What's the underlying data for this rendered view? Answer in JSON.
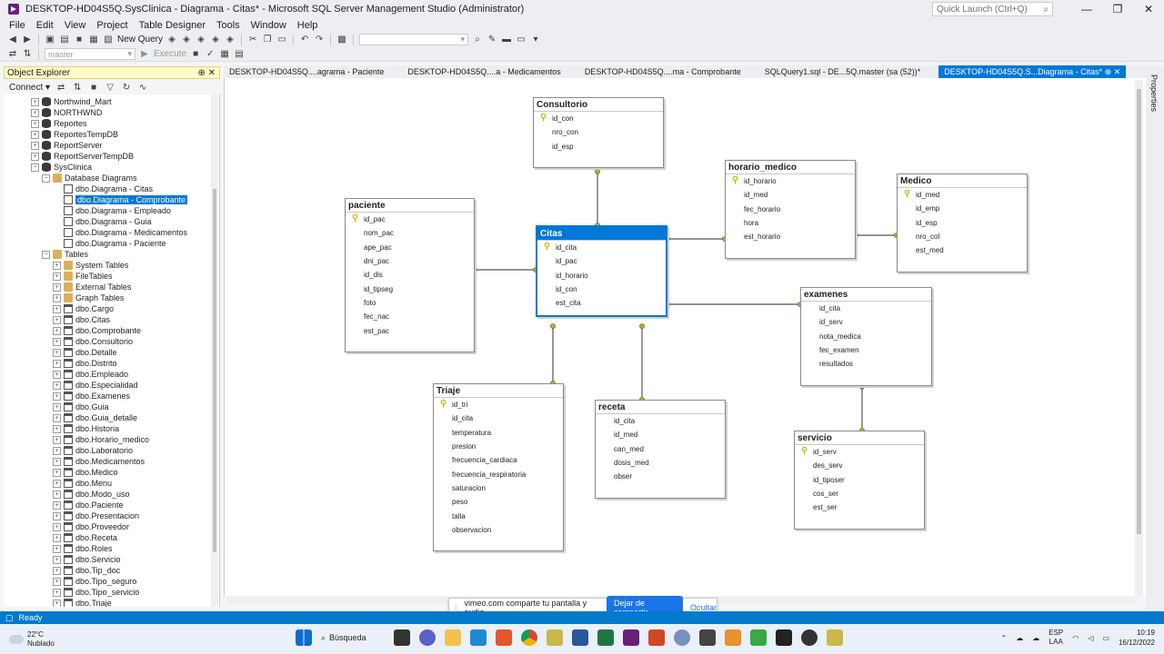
{
  "window": {
    "title": "DESKTOP-HD04S5Q.SysClinica - Diagrama - Citas* - Microsoft SQL Server Management Studio (Administrator)",
    "quick_launch_placeholder": "Quick Launch (Ctrl+Q)",
    "minimize": "—",
    "maximize": "❐",
    "close": "✕"
  },
  "menu": [
    "File",
    "Edit",
    "View",
    "Project",
    "Table Designer",
    "Tools",
    "Window",
    "Help"
  ],
  "toolbar": {
    "new_query": "New Query",
    "execute": "Execute",
    "database_combo": "master"
  },
  "object_explorer": {
    "title": "Object Explorer",
    "connect": "Connect",
    "pin": "⊕ ✕",
    "tree": [
      {
        "label": "Northwind_Mart",
        "indent": 0,
        "icon": "db",
        "exp": "+"
      },
      {
        "label": "NORTHWND",
        "indent": 0,
        "icon": "db",
        "exp": "+"
      },
      {
        "label": "Reportes",
        "indent": 0,
        "icon": "db",
        "exp": "+"
      },
      {
        "label": "ReportesTempDB",
        "indent": 0,
        "icon": "db",
        "exp": "+"
      },
      {
        "label": "ReportServer",
        "indent": 0,
        "icon": "db",
        "exp": "+"
      },
      {
        "label": "ReportServerTempDB",
        "indent": 0,
        "icon": "db",
        "exp": "+"
      },
      {
        "label": "SysClinica",
        "indent": 0,
        "icon": "db",
        "exp": "−"
      },
      {
        "label": "Database Diagrams",
        "indent": 1,
        "icon": "folder",
        "exp": "−"
      },
      {
        "label": "dbo.Diagrama - Citas",
        "indent": 2,
        "icon": "diagram",
        "exp": ""
      },
      {
        "label": "dbo.Diagrama - Comprobante",
        "indent": 2,
        "icon": "diagram",
        "exp": "",
        "selected": true
      },
      {
        "label": "dbo.Diagrama - Empleado",
        "indent": 2,
        "icon": "diagram",
        "exp": ""
      },
      {
        "label": "dbo.Diagrama - Guia",
        "indent": 2,
        "icon": "diagram",
        "exp": ""
      },
      {
        "label": "dbo.Diagrama - Medicamentos",
        "indent": 2,
        "icon": "diagram",
        "exp": ""
      },
      {
        "label": "dbo.Diagrama - Paciente",
        "indent": 2,
        "icon": "diagram",
        "exp": ""
      },
      {
        "label": "Tables",
        "indent": 1,
        "icon": "folder",
        "exp": "−"
      },
      {
        "label": "System Tables",
        "indent": 2,
        "icon": "folder",
        "exp": "+"
      },
      {
        "label": "FileTables",
        "indent": 2,
        "icon": "folder",
        "exp": "+"
      },
      {
        "label": "External Tables",
        "indent": 2,
        "icon": "folder",
        "exp": "+"
      },
      {
        "label": "Graph Tables",
        "indent": 2,
        "icon": "folder",
        "exp": "+"
      },
      {
        "label": "dbo.Cargo",
        "indent": 2,
        "icon": "table",
        "exp": "+"
      },
      {
        "label": "dbo.Citas",
        "indent": 2,
        "icon": "table",
        "exp": "+"
      },
      {
        "label": "dbo.Comprobante",
        "indent": 2,
        "icon": "table",
        "exp": "+"
      },
      {
        "label": "dbo.Consultorio",
        "indent": 2,
        "icon": "table",
        "exp": "+"
      },
      {
        "label": "dbo.Detalle",
        "indent": 2,
        "icon": "table",
        "exp": "+"
      },
      {
        "label": "dbo.Distrito",
        "indent": 2,
        "icon": "table",
        "exp": "+"
      },
      {
        "label": "dbo.Empleado",
        "indent": 2,
        "icon": "table",
        "exp": "+"
      },
      {
        "label": "dbo.Especialidad",
        "indent": 2,
        "icon": "table",
        "exp": "+"
      },
      {
        "label": "dbo.Examenes",
        "indent": 2,
        "icon": "table",
        "exp": "+"
      },
      {
        "label": "dbo.Guia",
        "indent": 2,
        "icon": "table",
        "exp": "+"
      },
      {
        "label": "dbo.Guia_detalle",
        "indent": 2,
        "icon": "table",
        "exp": "+"
      },
      {
        "label": "dbo.Historia",
        "indent": 2,
        "icon": "table",
        "exp": "+"
      },
      {
        "label": "dbo.Horario_medico",
        "indent": 2,
        "icon": "table",
        "exp": "+"
      },
      {
        "label": "dbo.Laboratorio",
        "indent": 2,
        "icon": "table",
        "exp": "+"
      },
      {
        "label": "dbo.Medicamentos",
        "indent": 2,
        "icon": "table",
        "exp": "+"
      },
      {
        "label": "dbo.Medico",
        "indent": 2,
        "icon": "table",
        "exp": "+"
      },
      {
        "label": "dbo.Menu",
        "indent": 2,
        "icon": "table",
        "exp": "+"
      },
      {
        "label": "dbo.Modo_uso",
        "indent": 2,
        "icon": "table",
        "exp": "+"
      },
      {
        "label": "dbo.Paciente",
        "indent": 2,
        "icon": "table",
        "exp": "+"
      },
      {
        "label": "dbo.Presentacion",
        "indent": 2,
        "icon": "table",
        "exp": "+"
      },
      {
        "label": "dbo.Proveedor",
        "indent": 2,
        "icon": "table",
        "exp": "+"
      },
      {
        "label": "dbo.Receta",
        "indent": 2,
        "icon": "table",
        "exp": "+"
      },
      {
        "label": "dbo.Roles",
        "indent": 2,
        "icon": "table",
        "exp": "+"
      },
      {
        "label": "dbo.Servicio",
        "indent": 2,
        "icon": "table",
        "exp": "+"
      },
      {
        "label": "dbo.Tip_doc",
        "indent": 2,
        "icon": "table",
        "exp": "+"
      },
      {
        "label": "dbo.Tipo_seguro",
        "indent": 2,
        "icon": "table",
        "exp": "+"
      },
      {
        "label": "dbo.Tipo_servicio",
        "indent": 2,
        "icon": "table",
        "exp": "+"
      },
      {
        "label": "dbo.Triaje",
        "indent": 2,
        "icon": "table",
        "exp": "+"
      }
    ]
  },
  "doc_tabs": [
    {
      "label": "DESKTOP-HD04S5Q....agrama - Paciente",
      "active": false
    },
    {
      "label": "DESKTOP-HD04S5Q....a - Medicamentos",
      "active": false
    },
    {
      "label": "DESKTOP-HD04S5Q....ma - Comprobante",
      "active": false
    },
    {
      "label": "SQLQuery1.sql - DE...5Q.master (sa (52))*",
      "active": false
    },
    {
      "label": "DESKTOP-HD04S5Q.S...Diagrama - Citas*  ⊕ ✕",
      "active": true
    }
  ],
  "side_panel": "Properties",
  "tables": [
    {
      "name": "Consultorio",
      "columns": [
        "id_con",
        "nro_con",
        "id_esp"
      ],
      "pk": 0
    },
    {
      "name": "horario_medico",
      "columns": [
        "id_horario",
        "id_med",
        "fec_horario",
        "hora",
        "est_horario"
      ],
      "pk": 0
    },
    {
      "name": "Medico",
      "columns": [
        "id_med",
        "id_emp",
        "id_esp",
        "nro_col",
        "est_med"
      ],
      "pk": 0
    },
    {
      "name": "paciente",
      "columns": [
        "id_pac",
        "nom_pac",
        "ape_pac",
        "dni_pac",
        "id_dis",
        "id_tipseg",
        "foto",
        "fec_nac",
        "est_pac"
      ],
      "pk": 0
    },
    {
      "name": "Citas",
      "columns": [
        "id_cita",
        "id_pac",
        "id_horario",
        "id_con",
        "est_cita"
      ],
      "pk": 0,
      "selected": true
    },
    {
      "name": "examenes",
      "columns": [
        "id_cita",
        "id_serv",
        "nota_medica",
        "fec_examen",
        "resultados"
      ],
      "pk": -1
    },
    {
      "name": "Triaje",
      "columns": [
        "id_tri",
        "id_cita",
        "temperatura",
        "presion",
        "frecuencia_cardiaca",
        "frecuencia_respiratoria",
        "saturacion",
        "peso",
        "talla",
        "observacion"
      ],
      "pk": 0
    },
    {
      "name": "receta",
      "columns": [
        "id_cita",
        "id_med",
        "can_med",
        "dosis_med",
        "obser"
      ],
      "pk": -1
    },
    {
      "name": "servicio",
      "columns": [
        "id_serv",
        "des_serv",
        "id_tiposer",
        "cos_ser",
        "est_ser"
      ],
      "pk": 0
    }
  ],
  "share_bar": {
    "text": "vimeo.com comparte tu pantalla y audio.",
    "stop": "Dejar de compartir",
    "hide": "Ocultar"
  },
  "status": "Ready",
  "taskbar": {
    "temp": "22°C",
    "weather": "Nublado",
    "search": "Búsqueda",
    "lang1": "ESP",
    "lang2": "LAA",
    "time": "10:19",
    "date": "16/12/2022"
  },
  "colors": {
    "accent": "#0078d7",
    "status": "#007acc",
    "key": "#c8b400"
  }
}
